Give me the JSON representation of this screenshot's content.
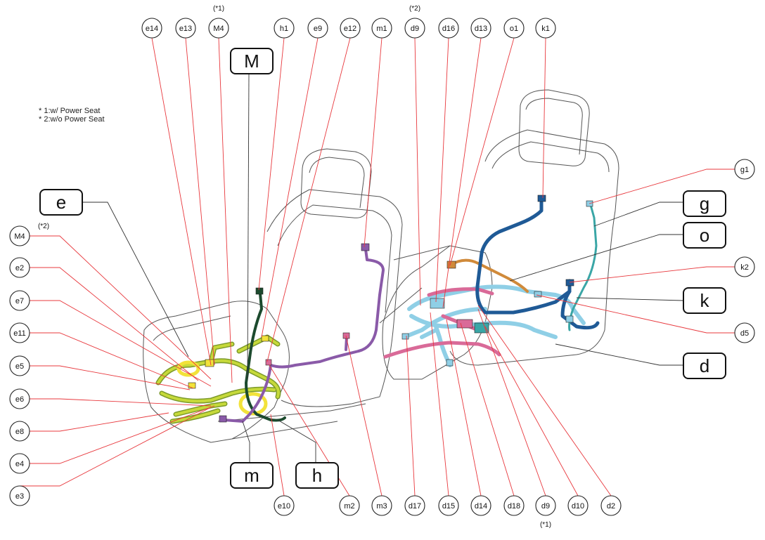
{
  "notes": [
    "* 1:w/ Power Seat",
    "* 2:w/o Power Seat"
  ],
  "colors": {
    "leader": "#e8383d",
    "pointer": "#333333",
    "outline": "#555555",
    "harness_e": "#c6d93a",
    "harness_e_dark": "#7c9a2b",
    "harness_h": "#1c4a2e",
    "harness_m": "#8a5aa8",
    "harness_d_light": "#8fcfe6",
    "harness_d_pink": "#d96a98",
    "harness_k": "#1f5a96",
    "harness_g": "#3aa6a6",
    "harness_o": "#d08a3a",
    "harness_yellow": "#f2e23a"
  },
  "big_labels": [
    {
      "id": "M",
      "text": "M"
    },
    {
      "id": "e",
      "text": "e"
    },
    {
      "id": "g",
      "text": "g"
    },
    {
      "id": "o",
      "text": "o"
    },
    {
      "id": "k",
      "text": "k"
    },
    {
      "id": "d",
      "text": "d"
    },
    {
      "id": "m",
      "text": "m"
    },
    {
      "id": "h",
      "text": "h"
    }
  ],
  "connectors": [
    {
      "id": "e14",
      "text": "e14"
    },
    {
      "id": "e13",
      "text": "e13"
    },
    {
      "id": "M4a",
      "text": "M4",
      "note": "(*1)"
    },
    {
      "id": "h1",
      "text": "h1"
    },
    {
      "id": "e9",
      "text": "e9"
    },
    {
      "id": "e12",
      "text": "e12"
    },
    {
      "id": "m1",
      "text": "m1"
    },
    {
      "id": "d9a",
      "text": "d9",
      "note": "(*2)"
    },
    {
      "id": "d16",
      "text": "d16"
    },
    {
      "id": "d13",
      "text": "d13"
    },
    {
      "id": "o1",
      "text": "o1"
    },
    {
      "id": "k1",
      "text": "k1"
    },
    {
      "id": "g1",
      "text": "g1"
    },
    {
      "id": "k2",
      "text": "k2"
    },
    {
      "id": "d5",
      "text": "d5"
    },
    {
      "id": "M4b",
      "text": "M4",
      "note": "(*2)"
    },
    {
      "id": "e2",
      "text": "e2"
    },
    {
      "id": "e7",
      "text": "e7"
    },
    {
      "id": "e11",
      "text": "e11"
    },
    {
      "id": "e5",
      "text": "e5"
    },
    {
      "id": "e6",
      "text": "e6"
    },
    {
      "id": "e8",
      "text": "e8"
    },
    {
      "id": "e4",
      "text": "e4"
    },
    {
      "id": "e3",
      "text": "e3"
    },
    {
      "id": "e10",
      "text": "e10"
    },
    {
      "id": "m2",
      "text": "m2"
    },
    {
      "id": "m3",
      "text": "m3"
    },
    {
      "id": "d17",
      "text": "d17"
    },
    {
      "id": "d15",
      "text": "d15"
    },
    {
      "id": "d14",
      "text": "d14"
    },
    {
      "id": "d18",
      "text": "d18"
    },
    {
      "id": "d9b",
      "text": "d9",
      "note": "(*1)"
    },
    {
      "id": "d10",
      "text": "d10"
    },
    {
      "id": "d2",
      "text": "d2"
    }
  ]
}
